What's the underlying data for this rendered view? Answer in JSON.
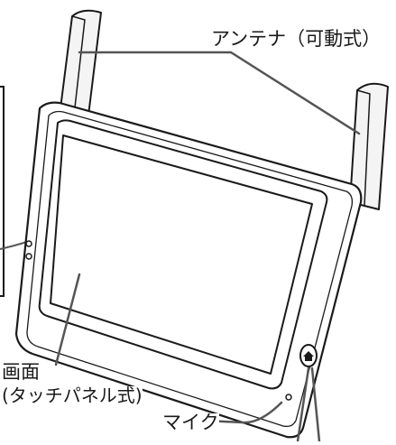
{
  "labels": {
    "antenna": "アンテナ（可動式）",
    "screen": "画面",
    "screen_type": "(タッチパネル式)",
    "mic": "マイク"
  },
  "icons": [
    "home-button-icon"
  ],
  "colors": {
    "stroke": "#1a1a1a",
    "body_fill": "#ffffff",
    "antenna_fill": "#f4f4f4",
    "leader": "#555555"
  }
}
